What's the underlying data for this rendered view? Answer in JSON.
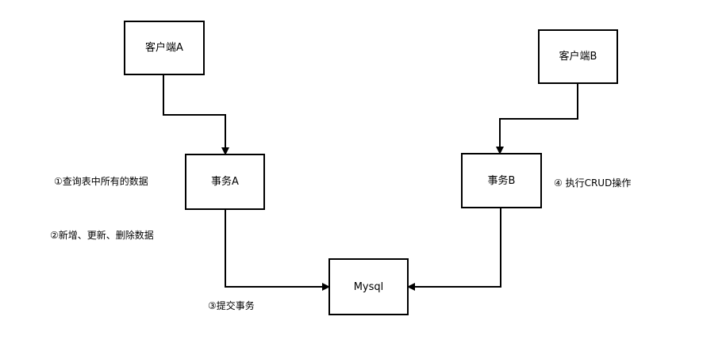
{
  "diagram": {
    "nodes": {
      "client_a": "客户端A",
      "client_b": "客户端B",
      "transaction_a": "事务A",
      "transaction_b": "事务B",
      "mysql": "Mysql"
    },
    "annotations": {
      "step1": "①查询表中所有的数据",
      "step2": "②新增、更新、删除数据",
      "step3": "③提交事务",
      "step4": "④ 执行CRUD操作"
    },
    "edges": [
      {
        "from": "client_a",
        "to": "transaction_a"
      },
      {
        "from": "client_b",
        "to": "transaction_b"
      },
      {
        "from": "transaction_a",
        "to": "mysql"
      },
      {
        "from": "transaction_b",
        "to": "mysql"
      }
    ]
  }
}
